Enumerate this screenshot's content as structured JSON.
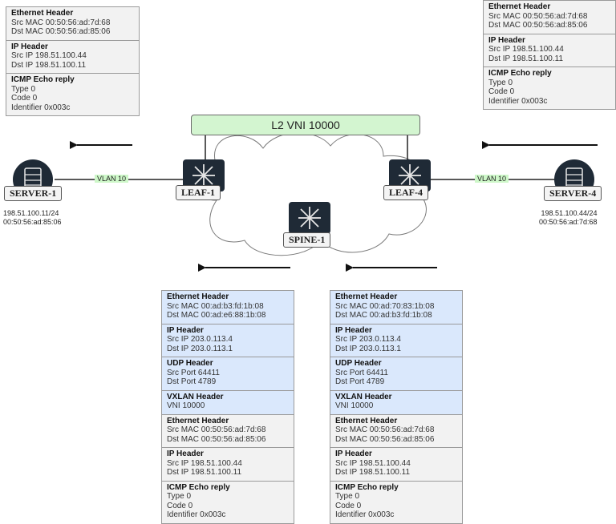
{
  "vni_bar": {
    "label": "L2 VNI 10000"
  },
  "nodes": {
    "server1": {
      "label": "SERVER-1",
      "ip": "198.51.100.11/24",
      "mac": "00:50:56:ad:85:06"
    },
    "server4": {
      "label": "SERVER-4",
      "ip": "198.51.100.44/24",
      "mac": "00:50:56:ad:7d:68"
    },
    "leaf1": {
      "label": "LEAF-1"
    },
    "leaf4": {
      "label": "LEAF-4"
    },
    "spine1": {
      "label": "SPINE-1"
    }
  },
  "links": {
    "vlan_left": "VLAN 10",
    "vlan_right": "VLAN 10"
  },
  "packets": {
    "top_left": {
      "sections": [
        {
          "title": "Ethernet Header",
          "lines": [
            "Src MAC 00:50:56:ad:7d:68",
            "Dst MAC 00:50:56:ad:85:06"
          ]
        },
        {
          "title": "IP Header",
          "lines": [
            "Src IP 198.51.100.44",
            "Dst IP 198.51.100.11"
          ]
        },
        {
          "title": "ICMP Echo reply",
          "lines": [
            "Type 0",
            "Code 0",
            "Identifier 0x003c"
          ]
        }
      ]
    },
    "top_right": {
      "sections": [
        {
          "title": "Ethernet Header",
          "lines": [
            "Src MAC 00:50:56:ad:7d:68",
            "Dst MAC 00:50:56:ad:85:06"
          ]
        },
        {
          "title": "IP Header",
          "lines": [
            "Src IP 198.51.100.44",
            "Dst IP 198.51.100.11"
          ]
        },
        {
          "title": "ICMP Echo reply",
          "lines": [
            "Type 0",
            "Code 0",
            "Identifier 0x003c"
          ]
        }
      ]
    },
    "bottom_left": {
      "outer": [
        {
          "title": "Ethernet Header",
          "lines": [
            "Src MAC 00:ad:b3:fd:1b:08",
            "Dst MAC 00:ad:e6:88:1b:08"
          ]
        },
        {
          "title": "IP Header",
          "lines": [
            "Src IP 203.0.113.4",
            "Dst IP 203.0.113.1"
          ]
        },
        {
          "title": "UDP Header",
          "lines": [
            "Src Port 64411",
            "Dst Port 4789"
          ]
        },
        {
          "title": "VXLAN Header",
          "lines": [
            "VNI 10000"
          ]
        }
      ],
      "inner": [
        {
          "title": "Ethernet Header",
          "lines": [
            "Src MAC 00:50:56:ad:7d:68",
            "Dst MAC 00:50:56:ad:85:06"
          ]
        },
        {
          "title": "IP Header",
          "lines": [
            "Src IP 198.51.100.44",
            "Dst IP 198.51.100.11"
          ]
        },
        {
          "title": "ICMP Echo reply",
          "lines": [
            "Type 0",
            "Code 0",
            "Identifier 0x003c"
          ]
        }
      ]
    },
    "bottom_right": {
      "outer": [
        {
          "title": "Ethernet Header",
          "lines": [
            "Src MAC 00:ad:70:83:1b:08",
            "Dst MAC 00:ad:b3:fd:1b:08"
          ]
        },
        {
          "title": "IP Header",
          "lines": [
            "Src IP 203.0.113.4",
            "Dst IP 203.0.113.1"
          ]
        },
        {
          "title": "UDP Header",
          "lines": [
            "Src Port 64411",
            "Dst Port 4789"
          ]
        },
        {
          "title": "VXLAN Header",
          "lines": [
            "VNI 10000"
          ]
        }
      ],
      "inner": [
        {
          "title": "Ethernet Header",
          "lines": [
            "Src MAC 00:50:56:ad:7d:68",
            "Dst MAC 00:50:56:ad:85:06"
          ]
        },
        {
          "title": "IP Header",
          "lines": [
            "Src IP 198.51.100.44",
            "Dst IP 198.51.100.11"
          ]
        },
        {
          "title": "ICMP Echo reply",
          "lines": [
            "Type 0",
            "Code 0",
            "Identifier 0x003c"
          ]
        }
      ]
    }
  },
  "colors": {
    "outer_header": "#dae8fc",
    "inner_header": "#f2f2f2",
    "vni_bar": "#d3f5d0",
    "vlan_tag": "#cdf7c8",
    "device": "#1f2a36"
  },
  "icons": {
    "server": "server-icon",
    "switch": "switch-icon",
    "arrow": "arrow-left-icon"
  }
}
